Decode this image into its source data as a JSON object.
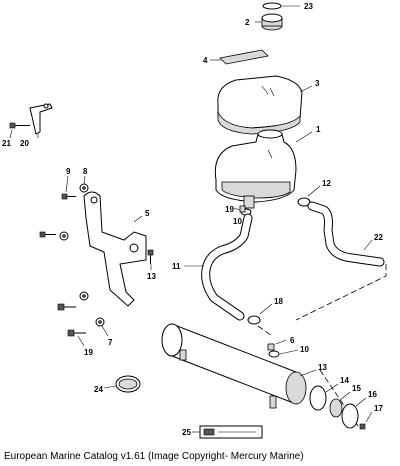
{
  "callouts": [
    "23",
    "2",
    "4",
    "3",
    "1",
    "21",
    "20",
    "9",
    "8",
    "5",
    "13",
    "19",
    "10",
    "22",
    "11",
    "18",
    "19",
    "7",
    "6",
    "10",
    "12",
    "13",
    "24",
    "14",
    "15",
    "16",
    "17",
    "25"
  ],
  "caption": "European Marine Catalog v1.61 (Image Copyright- Mercury Marine)"
}
